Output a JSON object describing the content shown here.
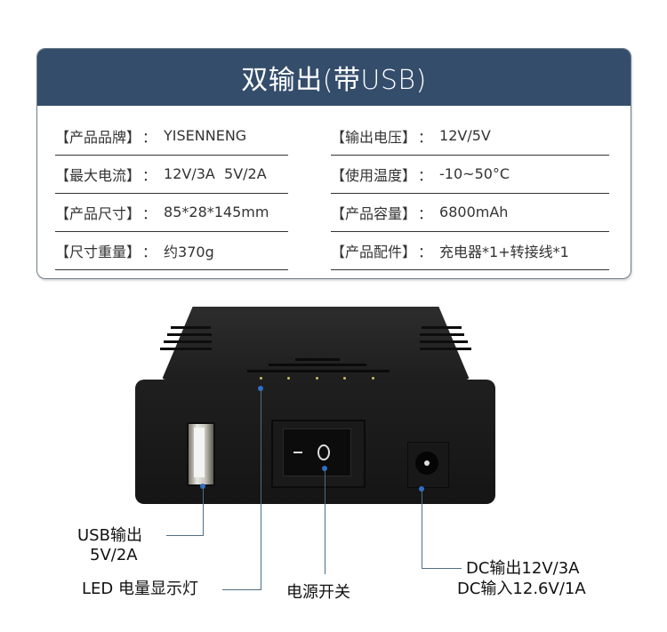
{
  "spec_card": {
    "title": "双输出(带USB)",
    "header_color": "#344d6b",
    "rows_left": [
      {
        "key": "【产品品牌】",
        "sep": "：",
        "value": "YISENNENG"
      },
      {
        "key": "【最大电流】",
        "sep": "：",
        "value": "12V/3A  5V/2A"
      },
      {
        "key": "【产品尺寸】",
        "sep": "：",
        "value": "85*28*145mm"
      },
      {
        "key": "【尺寸重量】",
        "sep": "：",
        "value": "约370g"
      }
    ],
    "rows_right": [
      {
        "key": "【输出电压】",
        "sep": "：",
        "value": "12V/5V"
      },
      {
        "key": "【使用温度】",
        "sep": "：",
        "value": "-10~50°C"
      },
      {
        "key": "【产品容量】",
        "sep": "：",
        "value": "6800mAh"
      },
      {
        "key": "【产品配件】",
        "sep": "：",
        "value": "充电器*1+转接线*1"
      }
    ]
  },
  "device": {
    "led_count": 5,
    "led_color": "#c8c060",
    "callout_color": "#2f6ec9"
  },
  "callouts": {
    "usb_line1": "USB输出",
    "usb_line2": "5V/2A",
    "led": "LED 电量显示灯",
    "power_switch": "电源开关",
    "dc_line1": "DC输出12V/3A",
    "dc_line2": "DC输入12.6V/1A"
  }
}
